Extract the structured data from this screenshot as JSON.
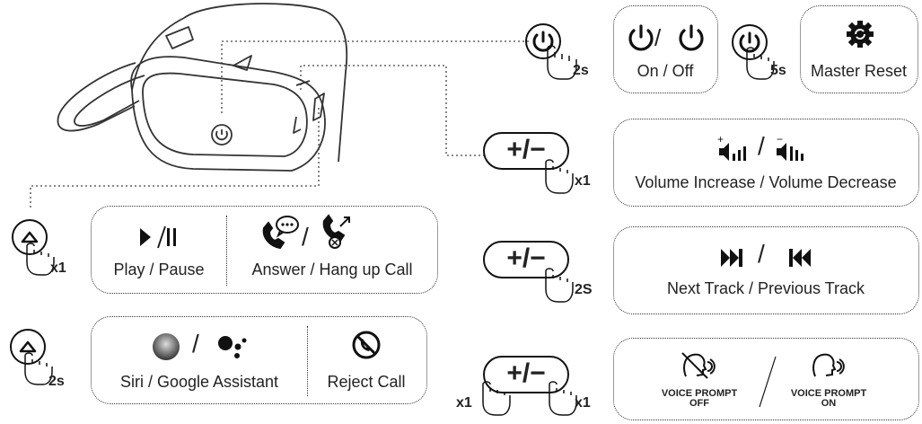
{
  "buttons": {
    "power": {
      "duration": "2s"
    },
    "power_reset": {
      "duration": "5s"
    },
    "vol_1": {
      "symbol": "+/−",
      "count": "x1"
    },
    "vol_2": {
      "symbol": "+/−",
      "duration": "2S"
    },
    "vol_3": {
      "symbol": "+/−",
      "count_left": "x1",
      "count_right": "x1"
    },
    "action_1": {
      "count": "x1"
    },
    "action_2": {
      "duration": "2s"
    }
  },
  "functions": {
    "on_off": {
      "symbol": "/",
      "label": "On / Off"
    },
    "master_reset": {
      "label": "Master Reset"
    },
    "volume": {
      "symbol": "/",
      "label": "Volume Increase / Volume Decrease"
    },
    "track": {
      "symbol": "/",
      "label": "Next Track  / Previous Track"
    },
    "play_pause": {
      "label": "Play / Pause"
    },
    "answer_hangup": {
      "symbol": "/",
      "label": "Answer / Hang up Call"
    },
    "assistant": {
      "symbol": "/",
      "label": "Siri  / Google Assistant"
    },
    "reject": {
      "label": "Reject Call"
    },
    "voice_prompt_off": {
      "line1": "VOICE PROMPT",
      "line2": "OFF"
    },
    "voice_prompt_on": {
      "line1": "VOICE PROMPT",
      "line2": "ON"
    }
  }
}
